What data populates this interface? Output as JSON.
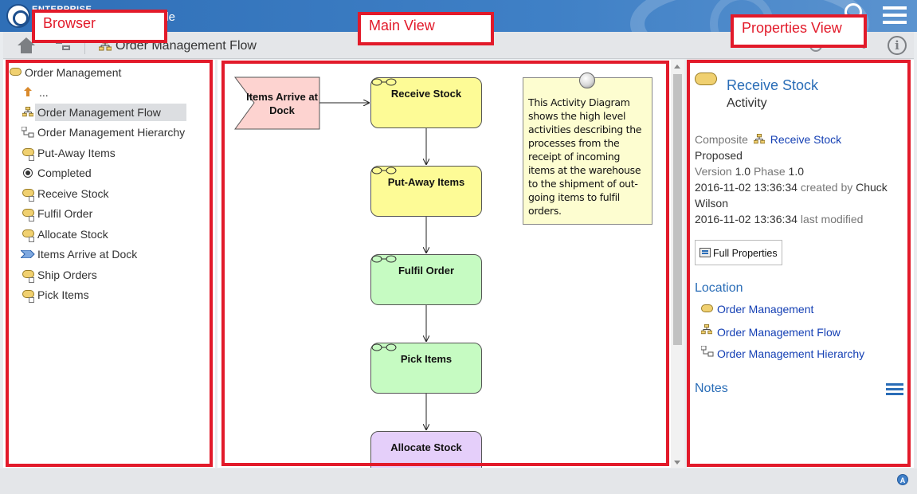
{
  "header": {
    "brand": "ENTERPRISE",
    "title_suffix": "ple",
    "search_icon": "search-icon",
    "menu_icon": "hamburger-menu-icon",
    "color": "#3b7bc2"
  },
  "toolbar": {
    "diagram_title": "Order Management Flow",
    "home_icon": "home-icon",
    "tree_icon": "hierarchy-icon",
    "info_icon": "i"
  },
  "browser": {
    "items": [
      {
        "label": "Order Management",
        "icon": "activity-icon"
      },
      {
        "label": "...",
        "icon": "up-arrow-icon"
      },
      {
        "label": "Order Management Flow",
        "icon": "activity-diagram-icon",
        "selected": true
      },
      {
        "label": "Order Management Hierarchy",
        "icon": "hierarchy-diagram-icon"
      },
      {
        "label": "Put-Away Items",
        "icon": "composite-activity-icon"
      },
      {
        "label": "Completed",
        "icon": "final-node-icon"
      },
      {
        "label": "Receive Stock",
        "icon": "composite-activity-icon"
      },
      {
        "label": "Fulfil Order",
        "icon": "composite-activity-icon"
      },
      {
        "label": "Allocate Stock",
        "icon": "composite-activity-icon"
      },
      {
        "label": "Items Arrive at Dock",
        "icon": "event-icon"
      },
      {
        "label": "Ship Orders",
        "icon": "composite-activity-icon"
      },
      {
        "label": "Pick Items",
        "icon": "composite-activity-icon"
      }
    ]
  },
  "diagram": {
    "event": "Items Arrive at Dock",
    "nodes": [
      {
        "label": "Receive Stock",
        "color": "#fdfb96"
      },
      {
        "label": "Put-Away Items",
        "color": "#fdfb96"
      },
      {
        "label": "Fulfil Order",
        "color": "#c6fbc2"
      },
      {
        "label": "Pick Items",
        "color": "#c6fbc2"
      },
      {
        "label": "Allocate Stock",
        "color": "#e5cffa"
      }
    ],
    "note": "This Activity Diagram shows the high level activities describing the processes from the receipt of incoming items at the warehouse to the shipment of out-going items to fulfil orders."
  },
  "properties": {
    "name": "Receive Stock",
    "type": "Activity",
    "composite_label": "Composite",
    "composite_value": "Receive Stock",
    "status": "Proposed",
    "version_label": "Version",
    "version": "1.0",
    "phase_label": "Phase",
    "phase": "1.0",
    "created_date": "2016-11-02 13:36:34",
    "created_by_label": "created by",
    "author": "Chuck Wilson",
    "modified_date": "2016-11-02 13:36:34",
    "modified_label": "last modified",
    "full_properties_button": "Full Properties",
    "location_heading": "Location",
    "location": [
      {
        "label": "Order Management",
        "icon": "activity-icon"
      },
      {
        "label": "Order Management Flow",
        "icon": "activity-diagram-icon"
      },
      {
        "label": "Order Management Hierarchy",
        "icon": "hierarchy-diagram-icon"
      }
    ],
    "notes_heading": "Notes"
  },
  "callouts": {
    "browser": "Browser",
    "main_view": "Main View",
    "properties_view": "Properties View",
    "color": "#e21a2a"
  }
}
